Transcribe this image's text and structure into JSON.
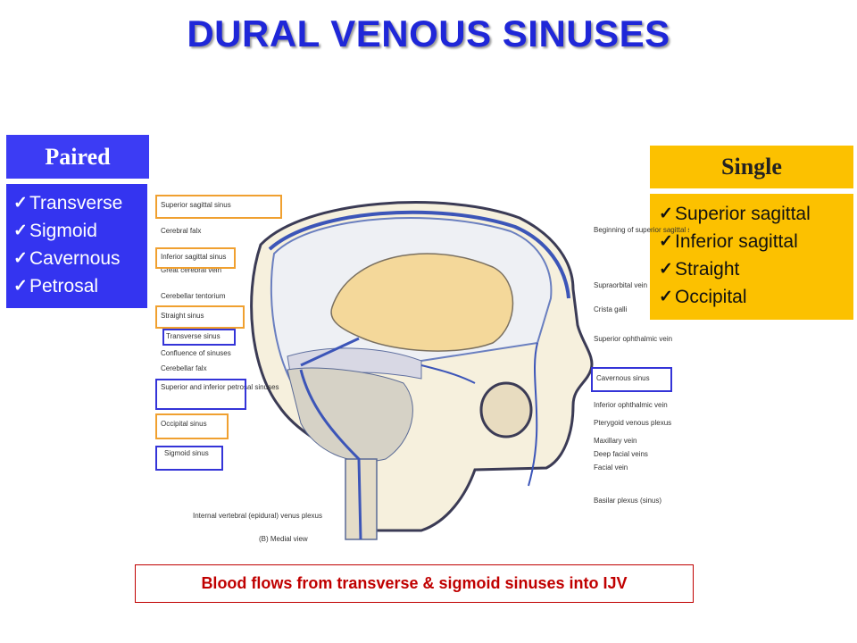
{
  "title": "DURAL VENOUS SINUSES",
  "paired": {
    "header": "Paired",
    "items": [
      "Transverse",
      "Sigmoid",
      "Cavernous",
      "Petrosal"
    ]
  },
  "single": {
    "header": "Single",
    "items": [
      "Superior sagittal",
      "Inferior sagittal",
      "Straight",
      "Occipital"
    ]
  },
  "figure": {
    "left_labels": [
      "Superior sagittal sinus",
      "Cerebral falx",
      "Inferior sagittal sinus",
      "Great cerebral vein",
      "Cerebellar tentorium",
      "Straight sinus",
      "Transverse sinus",
      "Confluence of sinuses",
      "Cerebellar falx",
      "Superior and inferior petrosal sinuses",
      "Occipital sinus",
      "Sigmoid sinus",
      "Internal vertebral (epidural) venus plexus"
    ],
    "right_labels": [
      "Beginning of superior sagittal sinus",
      "Supraorbital vein",
      "Crista galli",
      "Superior ophthalmic vein",
      "Cavernous sinus",
      "Inferior ophthalmic vein",
      "Pterygoid venous plexus",
      "Maxillary vein",
      "Deep facial veins",
      "Facial vein",
      "Basilar plexus (sinus)"
    ],
    "view_label": "(B) Medial view",
    "colors": {
      "orange_highlight": "#f0a030",
      "blue_highlight": "#3434d8"
    }
  },
  "caption": "Blood flows from transverse & sigmoid sinuses into IJV"
}
